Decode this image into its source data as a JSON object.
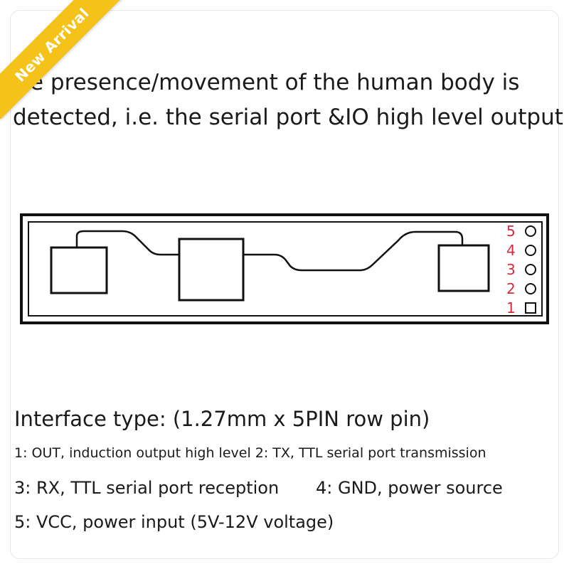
{
  "badge": {
    "label": "New Arrival",
    "color": "#f5c21a"
  },
  "headline": {
    "line1": "e presence/movement of the human body is",
    "line2": "detected, i.e. the serial port &IO high level output"
  },
  "diagram": {
    "pins": [
      {
        "number": "5",
        "shape": "circle"
      },
      {
        "number": "4",
        "shape": "circle"
      },
      {
        "number": "3",
        "shape": "circle"
      },
      {
        "number": "2",
        "shape": "circle"
      },
      {
        "number": "1",
        "shape": "square"
      }
    ],
    "pin_number_color": "#d8283c"
  },
  "interface": {
    "title": "Interface type: (1.27mm x 5PIN row pin)",
    "pin1_pin2": "1: OUT, induction output high level 2: TX, TTL serial port transmission",
    "pin3": "3: RX, TTL serial port reception",
    "pin4": "4: GND, power source",
    "pin5": "5: VCC, power input (5V-12V voltage)"
  }
}
